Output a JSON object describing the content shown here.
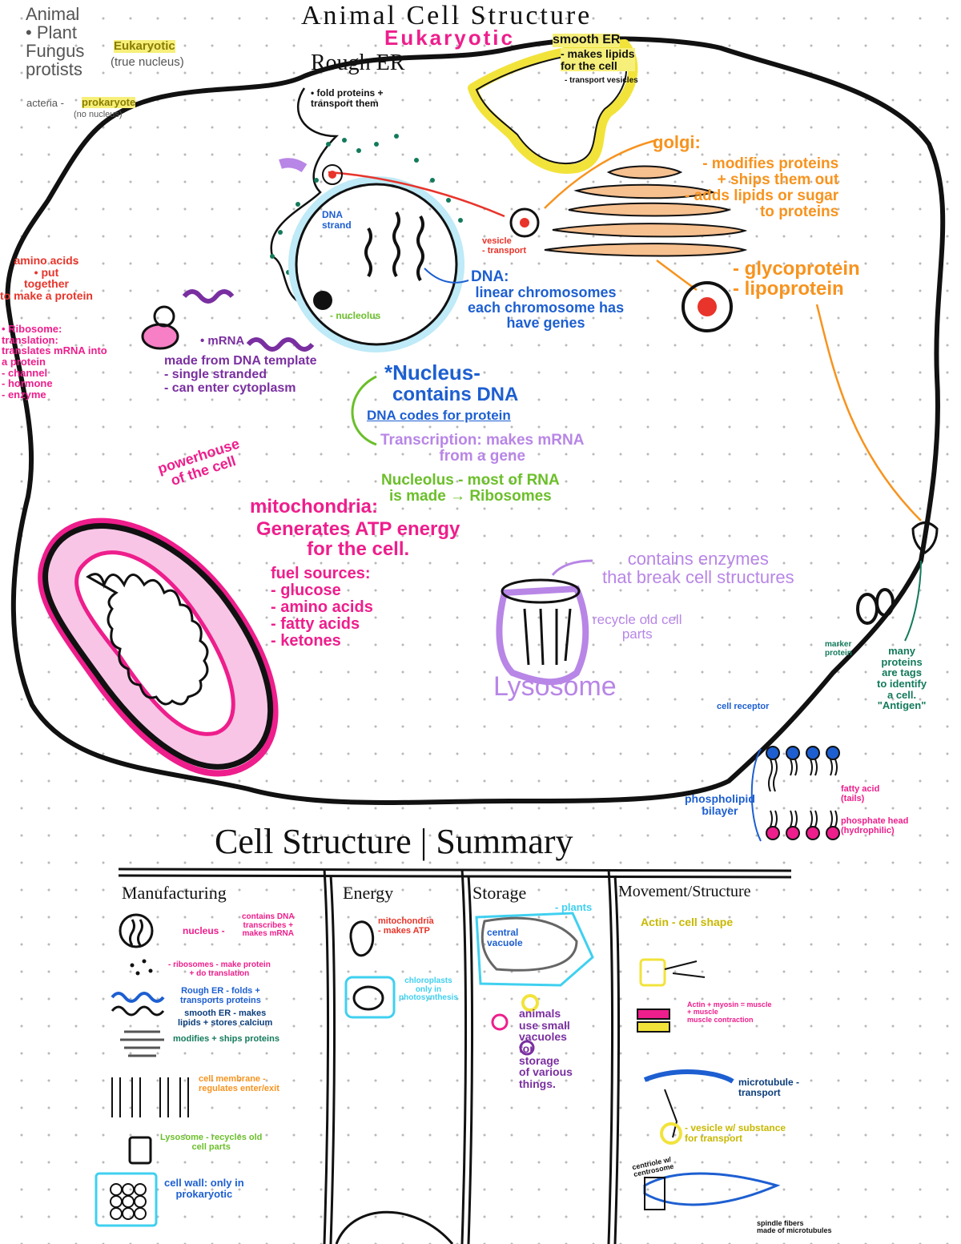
{
  "title": "Animal Cell Structure",
  "subtitle": "Eukaryotic",
  "key": {
    "kingdoms": "Animal\n• Plant\nFungus\nprotists",
    "eukaryotic": "Eukaryotic",
    "true_nucleus": "(true nucleus)",
    "bacteria": "acteria -",
    "prokaryote": "prokaryote",
    "no_nucleus": "(no nucleus)"
  },
  "rough_er": {
    "label": "Rough ER",
    "desc": "• fold proteins +\ntransport them"
  },
  "smooth_er": {
    "label": "smooth ER",
    "desc": "- makes lipids\nfor the cell",
    "extra": "- transport vesicles"
  },
  "golgi": {
    "label": "golgi:",
    "desc": "- modifies proteins\n+ ships them out\n- adds lipids or sugar\nto proteins",
    "products": "- glycoprotein\n- lipoprotein"
  },
  "vesicle": "vesicle\n- transport",
  "amino": "amino acids\n• put\ntogether\nto make a protein",
  "ribosome": "• Ribosome:\ntranslation:\ntranslates mRNA into\na protein\n- channel\n- hormone\n- enzyme",
  "mrna": {
    "label": "• mRNA",
    "desc": "made from DNA template\n- single stranded\n- can enter cytoplasm"
  },
  "dna": {
    "label": "DNA:",
    "desc": "linear chromosomes\neach chromosome has\nhave genes",
    "label_in": "DNA\nstrand"
  },
  "nucleolus_label": "- nucleolus",
  "nucleus": {
    "label": "*Nucleus-",
    "desc": "contains DNA",
    "codes": "DNA codes for protein",
    "transcription": "Transcription: makes mRNA\nfrom a gene",
    "nucleolus": "Nucleolus - most of RNA\nis made → Ribosomes"
  },
  "mito": {
    "powerhouse": "powerhouse\nof the cell",
    "label": "mitochondria:",
    "desc": "Generates ATP energy\nfor the cell.",
    "fuel": "fuel sources:\n- glucose\n- amino acids\n- fatty acids\n- ketones"
  },
  "lysosome": {
    "desc": "contains enzymes\nthat break cell structures",
    "recycle": "recycle old cell\nparts",
    "label": "Lysosome"
  },
  "membrane": {
    "marker": "marker\nprotein",
    "proteins": "many\nproteins\nare tags\nto identify\na cell.\n\"Antigen\"",
    "receptor": "cell receptor",
    "bilayer": "phospholipid\nbilayer",
    "tails": "fatty acid\n(tails)",
    "head": "phosphate head\n(hydrophilic)"
  },
  "summary": {
    "title": "Cell Structure | Summary",
    "columns": [
      "Manufacturing",
      "Energy",
      "Storage",
      "Movement/Structure"
    ],
    "manufacturing": {
      "nucleus": "nucleus -",
      "nucleus_desc": "contains DNA\ntranscribes +\nmakes mRNA",
      "ribosomes": "- ribosomes - make protein\n+ do translation",
      "rough": "Rough ER - folds +\ntransports proteins",
      "smooth": "smooth ER - makes\nlipids + stores calcium",
      "golgi": "modifies + ships proteins",
      "membrane": "cell membrane -\nregulates enter/exit",
      "lysosome": "Lysosome - recycles old\ncell parts",
      "wall": "cell wall: only in\nprokaryotic"
    },
    "energy": {
      "mito": "mitochondria\n- makes ATP",
      "chloro": "chloroplasts\nonly in\nphotosynthesis"
    },
    "storage": {
      "plants": "- plants",
      "vacuole": "central\nvacuole",
      "animals": "animals\nuse small\nvacuoles\nfor\nstorage\nof various\nthings."
    },
    "movement": {
      "actin": "Actin - cell shape",
      "myosin": "Actin + myosin = muscle\n+ muscle\nmuscle contraction",
      "microtubule": "microtubule -\ntransport",
      "vesicle": "- vesicle w/ substance\nfor transport",
      "centriole": "centriole w/\ncentrosome",
      "spindle": "spindle fibers\nmade of microtubules"
    }
  },
  "colors": {
    "black": "#111111",
    "pink": "#ee1e8c",
    "purple": "#7a2fa0",
    "orange": "#f7931e",
    "blue": "#1d5fd1",
    "green": "#6bbf2a",
    "red": "#e8342a",
    "yellow": "#f2e33b",
    "lavender": "#b886e6",
    "teal": "#137a5b",
    "cyan": "#3fd0f0"
  }
}
